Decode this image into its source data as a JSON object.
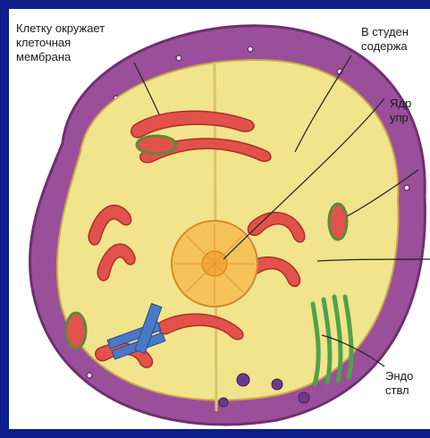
{
  "labels": {
    "membrane": "Клетку окружает\nклеточная\nмембрана",
    "cytoplasm": "В студен\nсодержа",
    "nucleus": "Ядр\nупр",
    "er": "Эндо\nствл"
  },
  "colors": {
    "frame_border": "#0b1e8a",
    "membrane": "#9a4f9a",
    "cytoplasm": "#f1e48c",
    "er_red": "#e2524a",
    "nucleus": "#f6c25a",
    "golgi_green": "#4fa24a",
    "centriole_blue": "#4a78c8"
  }
}
